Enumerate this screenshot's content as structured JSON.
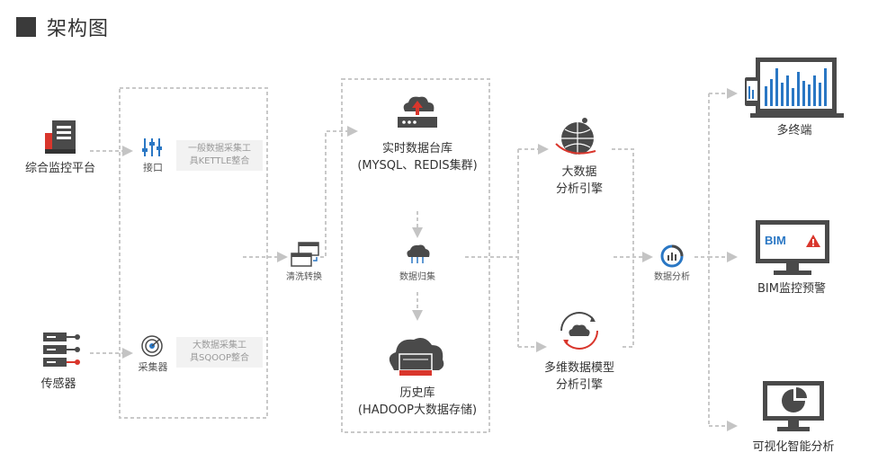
{
  "title": "架构图",
  "sources": {
    "platform": "综合监控平台",
    "sensor": "传感器"
  },
  "collect": {
    "interface_label": "接口",
    "interface_note_1": "一般数据采集工",
    "interface_note_2": "具KETTLE整合",
    "collector_label": "采集器",
    "collector_note_1": "大数据采集工",
    "collector_note_2": "具SQOOP整合"
  },
  "clean": {
    "label": "清洗转换"
  },
  "storage": {
    "realtime_1": "实时数据台库",
    "realtime_2": "(MYSQL、REDIS集群)",
    "archive": "数据归集",
    "history_1": "历史库",
    "history_2": "(HADOOP大数据存储)"
  },
  "engines": {
    "bigdata_1": "大数据",
    "bigdata_2": "分析引擎",
    "multi_1": "多维数据模型",
    "multi_2": "分析引擎"
  },
  "analysis": {
    "label": "数据分析"
  },
  "outputs": {
    "terminal": "多终端",
    "bim": "BIM监控预警",
    "bim_screen": "BIM",
    "visual": "可视化智能分析"
  },
  "colors": {
    "accent": "#d9362c",
    "dark": "#4a4a4a",
    "blue": "#2a77c4",
    "line": "#c9c9c9"
  }
}
